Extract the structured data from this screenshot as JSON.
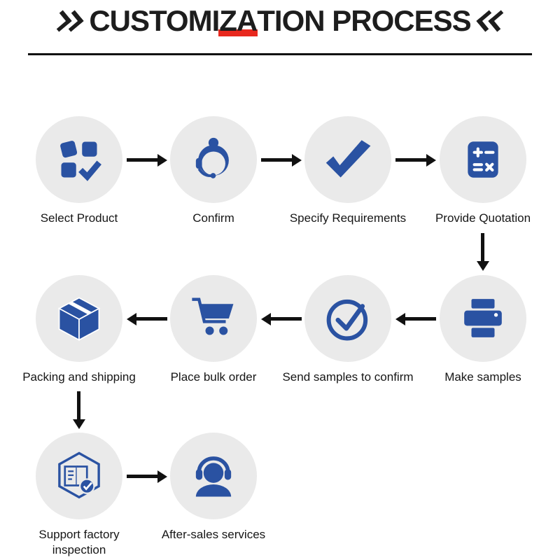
{
  "header": {
    "title": "CUSTOMIZATION PROCESS",
    "title_part1": "CUSTOMI",
    "title_accent": "ZA",
    "title_part2": "TION PROCESS"
  },
  "flow": {
    "rows": [
      {
        "direction": "right",
        "nodes": [
          {
            "label": "Select Product",
            "icon": "product-grid-icon"
          },
          {
            "label": "Confirm",
            "icon": "customer-service-icon"
          },
          {
            "label": "Specify Requirements",
            "icon": "checkmark-icon"
          },
          {
            "label": "Provide Quotation",
            "icon": "calculator-icon"
          }
        ]
      },
      {
        "direction": "left",
        "nodes": [
          {
            "label": "Packing and shipping",
            "icon": "package-box-icon"
          },
          {
            "label": "Place bulk order",
            "icon": "shopping-cart-icon"
          },
          {
            "label": "Send samples to confirm",
            "icon": "check-circle-icon"
          },
          {
            "label": "Make samples",
            "icon": "printer-icon"
          }
        ]
      },
      {
        "direction": "right",
        "nodes": [
          {
            "label": "Support factory inspection",
            "icon": "factory-inspection-icon"
          },
          {
            "label": "After-sales services",
            "icon": "headset-support-icon"
          }
        ]
      }
    ]
  },
  "colors": {
    "icon_blue": "#2a52a2",
    "circle_bg": "#eaeaea",
    "arrow_black": "#111111",
    "accent_red": "#e8281e"
  }
}
